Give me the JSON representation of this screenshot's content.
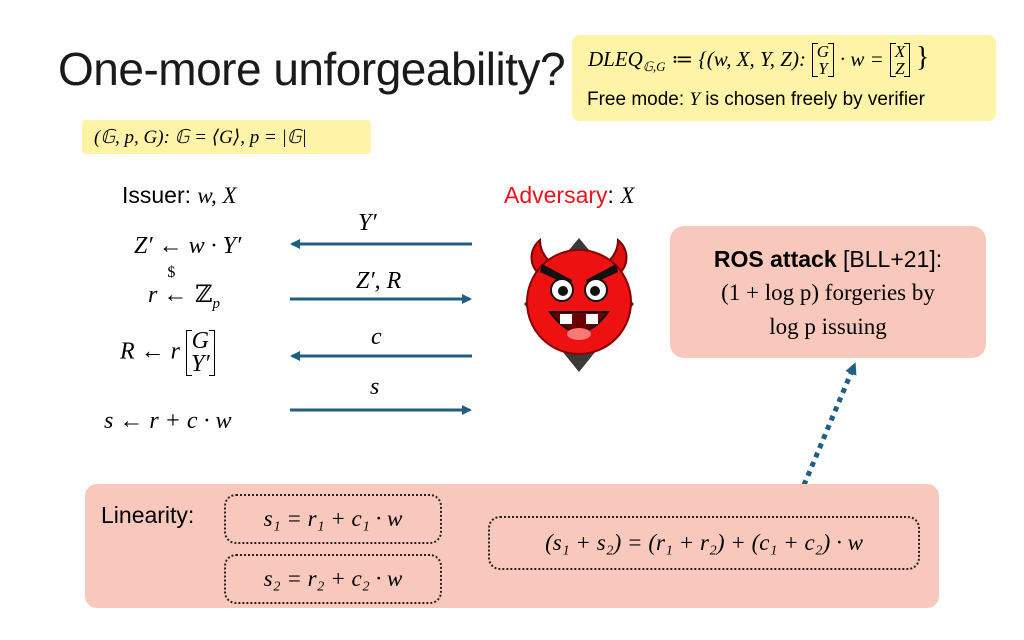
{
  "title": "One-more unforgeability?",
  "dleq": {
    "name": "DLEQ",
    "subscript": "𝔾,G",
    "def": "≔ {(w, X, Y, Z):",
    "matrix_left": [
      "G",
      "Y"
    ],
    "times": "· w =",
    "matrix_right": [
      "X",
      "Z"
    ],
    "close": "}",
    "free_prefix": "Free mode: ",
    "free_var": "Y",
    "free_suffix": " is chosen freely by verifier"
  },
  "group": {
    "text": "(𝔾, p, G):  𝔾 = ⟨G⟩, p = |𝔾|"
  },
  "issuer": {
    "label": "Issuer: ",
    "vars": "w, X",
    "steps": {
      "s1": "Z′ ← w · Y′",
      "s2_r": "r ",
      "s2_dollar": "$",
      "s2_arrow": "←",
      "s2_zp": " ℤ",
      "s2_p": "p",
      "s3_prefix": "R ← r ",
      "s3_matrix": [
        "G",
        "Y′"
      ],
      "s4": "s ← r + c · w"
    }
  },
  "adversary": {
    "label": "Adversary",
    "sep": ": ",
    "var": "X",
    "icon": "devil-face-icon",
    "color": "#e8131b"
  },
  "messages": [
    {
      "label": "Y′",
      "direction": "left"
    },
    {
      "label": "Z′, R",
      "direction": "right"
    },
    {
      "label": "c",
      "direction": "left"
    },
    {
      "label": "s",
      "direction": "right"
    }
  ],
  "ros": {
    "title_bold": "ROS attack",
    "cite": " [BLL+21]:",
    "line2": "(1 + log p) forgeries by",
    "line3": "log p issuing"
  },
  "linearity": {
    "label": "Linearity:",
    "eq1": "s₁ = r₁ + c₁ · w",
    "eq2": "s₂ = r₂ + c₂ · w",
    "combined": "(s₁ + s₂) = (r₁ + r₂) + (c₁ + c₂) · w"
  },
  "colors": {
    "arrow": "#1f5f86",
    "highlight_yellow": "#fff3a8",
    "box_pink": "#f8c8bc",
    "adversary_red": "#e8131b"
  }
}
